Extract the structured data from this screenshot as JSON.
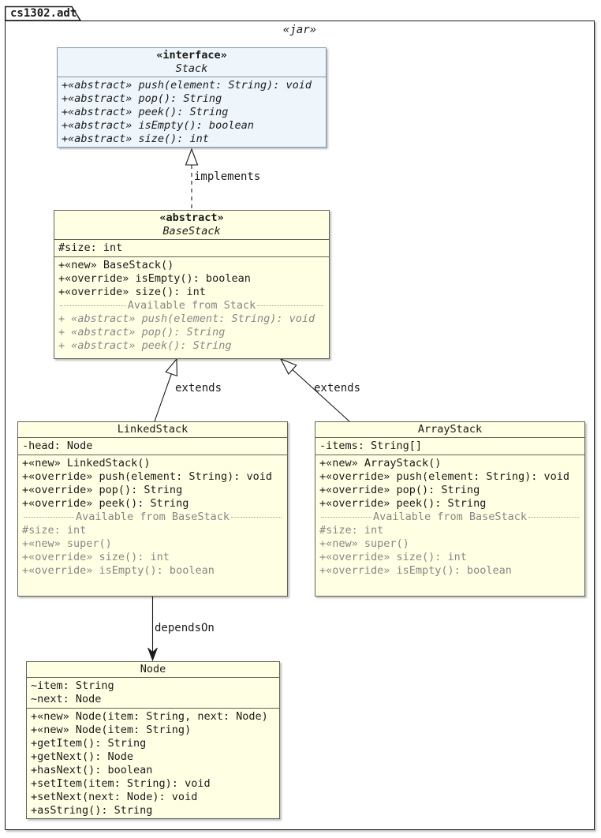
{
  "package": {
    "name": "cs1302.adt",
    "stereotype": "«jar»"
  },
  "relations": {
    "implements_label": "implements",
    "extends_left_label": "extends",
    "extends_right_label": "extends",
    "depends_label": "dependsOn"
  },
  "classes": {
    "stack": {
      "stereotype": "«interface»",
      "name": "Stack",
      "methods": [
        "+«abstract» push(element: String): void",
        "+«abstract» pop(): String",
        "+«abstract» peek(): String",
        "+«abstract» isEmpty(): boolean",
        "+«abstract» size(): int"
      ]
    },
    "basestack": {
      "stereotype": "«abstract»",
      "name": "BaseStack",
      "fields": [
        "#size: int"
      ],
      "methods": [
        "+«new» BaseStack()",
        "+«override» isEmpty(): boolean",
        "+«override» size(): int"
      ],
      "divider": "Available from Stack",
      "inherited": [
        "+ «abstract» push(element: String): void",
        "+ «abstract» pop(): String",
        "+ «abstract» peek(): String"
      ]
    },
    "linkedstack": {
      "name": "LinkedStack",
      "fields": [
        "-head: Node"
      ],
      "methods": [
        "+«new» LinkedStack()",
        "+«override» push(element: String): void",
        "+«override» pop(): String",
        "+«override» peek(): String"
      ],
      "divider": "Available from BaseStack",
      "inherited": [
        "#size: int",
        "+«new» super()",
        "+«override» size(): int",
        "+«override» isEmpty(): boolean"
      ]
    },
    "arraystack": {
      "name": "ArrayStack",
      "fields": [
        "-items: String[]"
      ],
      "methods": [
        "+«new» ArrayStack()",
        "+«override» push(element: String): void",
        "+«override» pop(): String",
        "+«override» peek(): String"
      ],
      "divider": "Available from BaseStack",
      "inherited": [
        "#size: int",
        "+«new» super()",
        "+«override» size(): int",
        "+«override» isEmpty(): boolean"
      ]
    },
    "node": {
      "name": "Node",
      "fields": [
        "~item: String",
        "~next: Node"
      ],
      "methods": [
        "+«new» Node(item: String, next: Node)",
        "+«new» Node(item: String)",
        "+getItem(): String",
        "+getNext(): Node",
        "+hasNext(): boolean",
        "+setItem(item: String): void",
        "+setNext(next: Node): void",
        "+asString(): String"
      ]
    }
  },
  "colors": {
    "interface_fill": "#eef6fc",
    "interface_border": "#7f95a6",
    "class_fill": "#ffffe3",
    "class_border": "#62625a",
    "muted_text": "#878787",
    "line": "#1a1a1a"
  }
}
